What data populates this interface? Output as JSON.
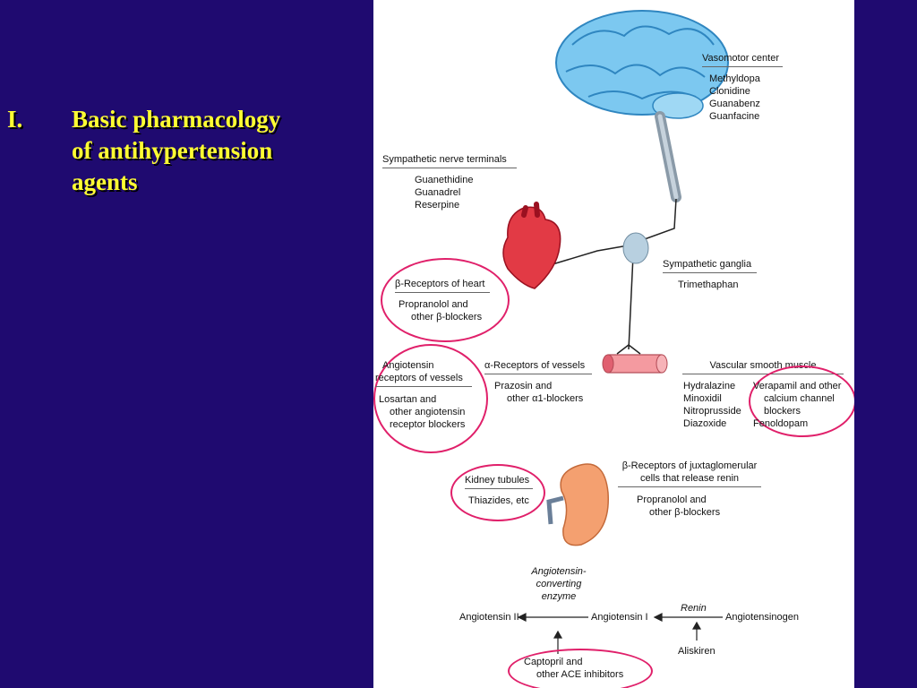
{
  "slide": {
    "number": "I.",
    "title_lines": [
      "Basic pharmacology",
      "of  antihypertension",
      "agents"
    ]
  },
  "diagram": {
    "vasomotor": {
      "title": "Vasomotor center",
      "drugs": [
        "Methyldopa",
        "Clonidine",
        "Guanabenz",
        "Guanfacine"
      ]
    },
    "sympathetic_terminals": {
      "title": "Sympathetic nerve terminals",
      "drugs": [
        "Guanethidine",
        "Guanadrel",
        "Reserpine"
      ]
    },
    "beta_heart": {
      "title": "β-Receptors of heart",
      "drugs": [
        "Propranolol and",
        "other β-blockers"
      ]
    },
    "ganglia": {
      "title": "Sympathetic ganglia",
      "drugs": [
        "Trimethaphan"
      ]
    },
    "angiotensin_receptors": {
      "title": [
        "Angiotensin",
        "receptors of vessels"
      ],
      "drugs": [
        "Losartan and",
        "other angiotensin",
        "receptor blockers"
      ]
    },
    "alpha_vessels": {
      "title": "α-Receptors of vessels",
      "drugs": [
        "Prazosin and",
        "other α1-blockers"
      ]
    },
    "vascular_smooth_muscle": {
      "title": "Vascular smooth muscle",
      "left_drugs": [
        "Hydralazine",
        "Minoxidil",
        "Nitroprusside",
        "Diazoxide"
      ],
      "right_drugs": [
        "Verapamil and other",
        "calcium channel",
        "blockers",
        "Fenoldopam"
      ]
    },
    "kidney_tubules": {
      "title": "Kidney tubules",
      "drugs": [
        "Thiazides, etc"
      ]
    },
    "beta_juxta": {
      "title": [
        "β-Receptors of juxtaglomerular",
        "cells that release renin"
      ],
      "drugs": [
        "Propranolol and",
        "other β-blockers"
      ]
    },
    "ras": {
      "ace_label": [
        "Angiotensin-",
        "converting",
        "enzyme"
      ],
      "angiotensin_ii": "Angiotensin II",
      "angiotensin_i": "Angiotensin I",
      "renin": "Renin",
      "angiotensinogen": "Angiotensinogen",
      "aliskiren": "Aliskiren",
      "ace_inhibitors": [
        "Captopril and",
        "other ACE inhibitors"
      ]
    }
  },
  "colors": {
    "background": "#1f0a70",
    "title_text": "#ffff33",
    "highlight_ring": "#e0206a",
    "brain": "#7cc8f0",
    "heart": "#e23a45",
    "kidney": "#f4a070",
    "vessel": "#f49aa0"
  }
}
